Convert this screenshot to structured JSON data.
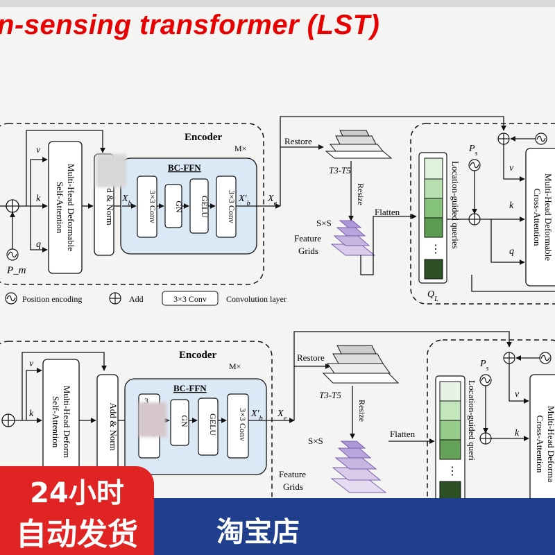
{
  "title": "n-sensing transformer (LST)",
  "diagram": {
    "encoder": "Encoder",
    "m_times": "M×",
    "bc_ffn": "BC-FFN",
    "mhdsa_line1": "Multi-Head Deformable",
    "mhdsa_line2": "Self-Attention",
    "mhdsa2_line1": "Multi-Head Deform",
    "mhdsa2_line2": "Self-Attention",
    "add_norm_top": "d & Norm",
    "add_norm": "Add & Norm",
    "conv3": "3×3 Conv",
    "conv_partial": "onv",
    "conv_partial2": "3",
    "gn": "GN",
    "gelu": "GELU",
    "v": "v",
    "k": "k",
    "q": "q",
    "xb": "X_b",
    "xbp": "X'_b",
    "xe": "X_e",
    "pm": "P_m",
    "ps": "P_s",
    "restore": "Restore",
    "t3t5": "T3-T5",
    "resize": "Resize",
    "sxs": "S×S",
    "feature": "Feature",
    "grids": "Grids",
    "flatten": "Flatten",
    "lgq": "Location-guided queries",
    "lgq2": "Location-guided queri",
    "ql": "Q_L",
    "mhdca_line1": "Multi-Head Deformable",
    "mhdca_line2": "Cross-Attention",
    "mhdca2_line1": "Multi-Head Deforma",
    "mhdca2_line2": "Cross-Attention",
    "legend_pos": "Position encoding",
    "legend_add": "Add",
    "legend_conv_box": "3×3 Conv",
    "legend_conv": "Convolution layer",
    "dots": "⋮"
  },
  "promo": {
    "line1": "24小时",
    "line2": "自动发货",
    "shop": "淘宝店"
  },
  "colors": {
    "title": "#e60000",
    "panel": "#dbe8f5",
    "query_light": "#dff2dc",
    "query_dark": "#2c4f23",
    "grid_purple": "#b9a4dc",
    "promo_red": "#e02323",
    "bar_blue": "#1f3f8c"
  },
  "icons": [
    "add-icon",
    "position-encoding-icon",
    "dots-icon"
  ]
}
